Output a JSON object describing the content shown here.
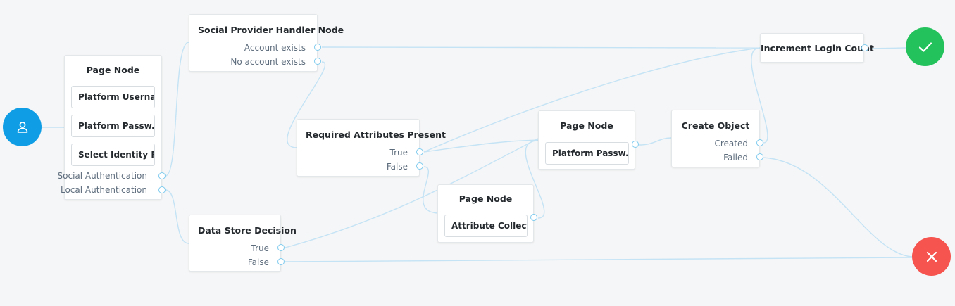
{
  "nodes": {
    "page_node_1": {
      "title": "Page Node",
      "children": [
        "Platform Userna...",
        "Platform Passw...",
        "Select Identity P..."
      ],
      "outcomes": [
        "Social Authentication",
        "Local Authentication"
      ]
    },
    "social_provider": {
      "title": "Social Provider Handler Node",
      "outcomes": [
        "Account exists",
        "No account exists"
      ]
    },
    "data_store": {
      "title": "Data Store Decision",
      "outcomes": [
        "True",
        "False"
      ]
    },
    "required_attrs": {
      "title": "Required Attributes Present",
      "outcomes": [
        "True",
        "False"
      ]
    },
    "page_node_2": {
      "title": "Page Node",
      "children": [
        "Attribute Collect..."
      ]
    },
    "page_node_3": {
      "title": "Page Node",
      "children": [
        "Platform Passw..."
      ]
    },
    "create_object": {
      "title": "Create Object",
      "outcomes": [
        "Created",
        "Failed"
      ]
    },
    "increment_login": {
      "title": "Increment Login Count"
    }
  },
  "icons": {
    "start": "user-icon",
    "success": "checkmark-icon",
    "failure": "x-icon"
  },
  "colors": {
    "start": "#0f9ee5",
    "success": "#24c25d",
    "failure": "#f5544f",
    "edge": "#c4e3f5",
    "port": "#7fcbee"
  }
}
